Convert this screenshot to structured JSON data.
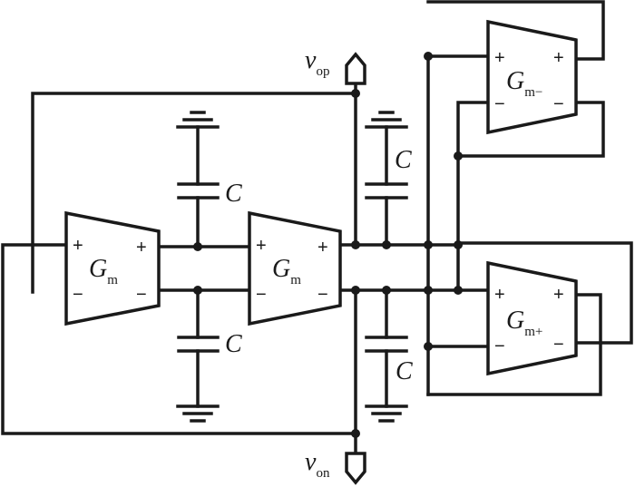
{
  "labels": {
    "capacitor": "C",
    "vop_main": "v",
    "vop_sub": "op",
    "von_main": "v",
    "von_sub": "on"
  },
  "amplifiers": {
    "gm1": {
      "main": "G",
      "sub": "m",
      "plus": "+",
      "minus": "−"
    },
    "gm2": {
      "main": "G",
      "sub": "m",
      "plus": "+",
      "minus": "−"
    },
    "gm_minus": {
      "main": "G",
      "sub": "m−",
      "plus": "+",
      "minus": "−"
    },
    "gm_plus": {
      "main": "G",
      "sub": "m+",
      "plus": "+",
      "minus": "−"
    }
  }
}
